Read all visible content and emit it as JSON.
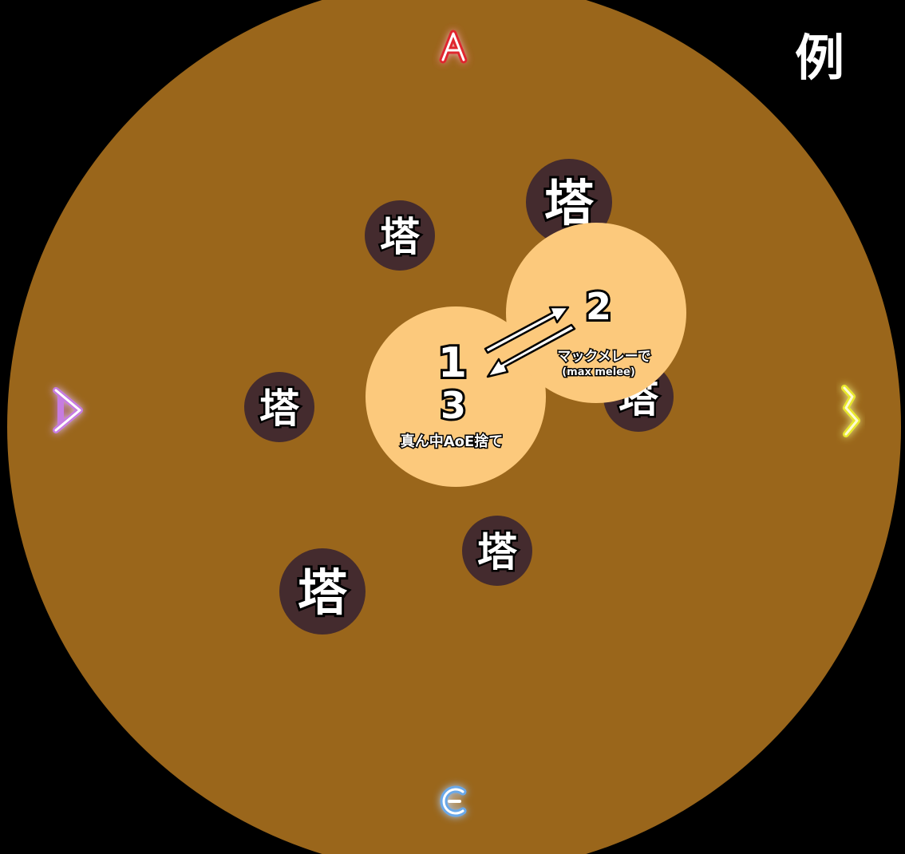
{
  "title": "例",
  "colors": {
    "background": "#000000",
    "arena": "#9a661b",
    "tower": "#442b2e",
    "aoe": "#fcc97c",
    "text": "#ffffff",
    "outline": "#000000",
    "marker_a": "#e0272e",
    "marker_b": "#e8e82a",
    "marker_c": "#6aa8e8",
    "marker_d": "#c77be0"
  },
  "markers": {
    "a": "A",
    "b": "B",
    "c": "C",
    "d": "D"
  },
  "tower_label": "塔",
  "towers": [
    "塔",
    "塔",
    "塔",
    "塔",
    "塔",
    "塔"
  ],
  "aoe_center": {
    "number_top": "1",
    "number_bottom": "3",
    "caption": "真ん中AoE捨て"
  },
  "aoe_side": {
    "number": "2",
    "caption": "マックメレーで",
    "caption_sub": "(max melee)"
  },
  "icons": {
    "arrow_out": "arrow-right-up-icon",
    "arrow_back": "arrow-left-down-icon"
  }
}
